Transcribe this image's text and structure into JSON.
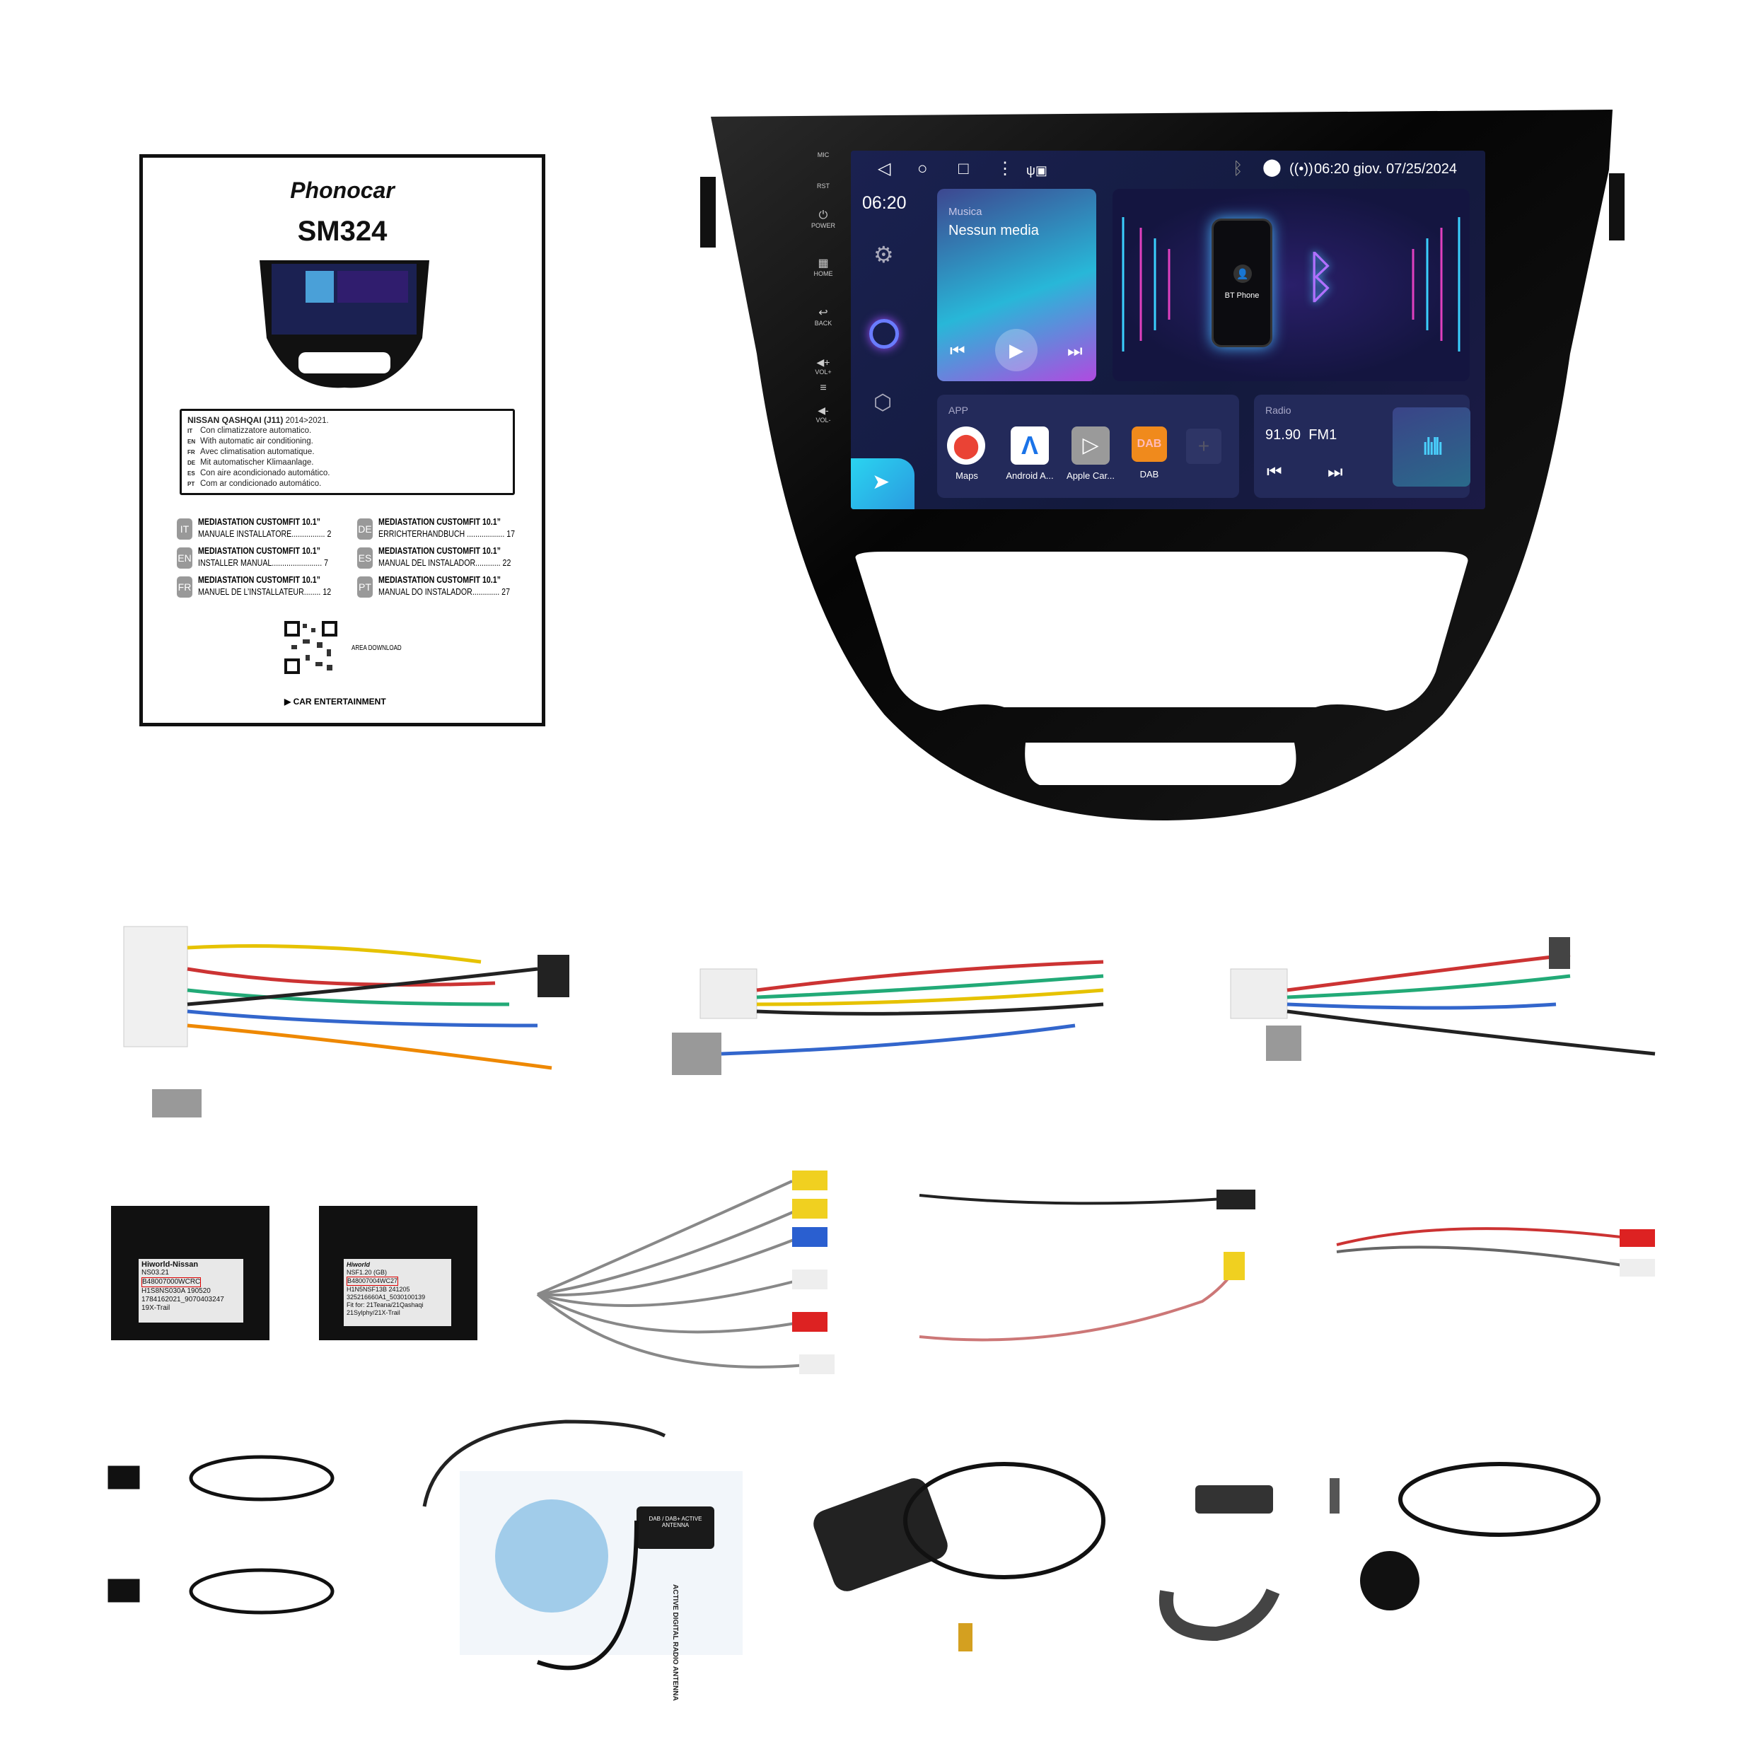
{
  "manual": {
    "brand": "Phonocar",
    "model": "SM324",
    "vehicle": "NISSAN QASHQAI (J11)",
    "years": "2014>2021.",
    "variants": [
      {
        "lang": "IT",
        "text": "Con climatizzatore automatico."
      },
      {
        "lang": "EN",
        "text": "With automatic air conditioning."
      },
      {
        "lang": "FR",
        "text": "Avec climatisation automatique."
      },
      {
        "lang": "DE",
        "text": "Mit automatischer Klimaanlage."
      },
      {
        "lang": "ES",
        "text": "Con aire acondicionado automático."
      },
      {
        "lang": "PT",
        "text": "Com ar condicionado automático."
      }
    ],
    "contents": [
      {
        "lang": "IT",
        "title": "MEDIASTATION CUSTOMFIT 10.1”",
        "subtitle": "MANUALE INSTALLATORE................ 2"
      },
      {
        "lang": "DE",
        "title": "MEDIASTATION CUSTOMFIT 10.1”",
        "subtitle": "ERRICHTERHANDBUCH .................. 17"
      },
      {
        "lang": "EN",
        "title": "MEDIASTATION CUSTOMFIT 10.1”",
        "subtitle": "INSTALLER MANUAL........................ 7"
      },
      {
        "lang": "ES",
        "title": "MEDIASTATION CUSTOMFIT 10.1”",
        "subtitle": "MANUAL DEL INSTALADOR............ 22"
      },
      {
        "lang": "FR",
        "title": "MEDIASTATION CUSTOMFIT 10.1”",
        "subtitle": "MANUEL DE L’INSTALLATEUR........ 12"
      },
      {
        "lang": "PT",
        "title": "MEDIASTATION CUSTOMFIT 10.1”",
        "subtitle": "MANUAL DO INSTALADOR............. 27"
      }
    ],
    "download_label": "AREA DOWNLOAD",
    "footer": "CAR ENTERTAINMENT"
  },
  "head_unit": {
    "side_buttons": [
      "MIC",
      "RST",
      "POWER",
      "HOME",
      "BACK",
      "VOL+",
      "VOL-"
    ],
    "status_bar": {
      "time": "06:20",
      "day": "giov.",
      "date": "07/25/2024"
    },
    "clock": "06:20",
    "music": {
      "label": "Musica",
      "status": "Nessun media"
    },
    "bt_phone_label": "BT Phone",
    "apps_label": "APP",
    "apps": [
      {
        "name": "Maps",
        "icon": "google-maps-icon",
        "color": "#ffffff"
      },
      {
        "name": "Android A...",
        "icon": "android-auto-icon",
        "color": "#ffffff"
      },
      {
        "name": "Apple Car...",
        "icon": "carplay-icon",
        "color": "#9a9a9a"
      },
      {
        "name": "DAB",
        "icon": "dab-icon",
        "color": "#f08a1c"
      }
    ],
    "radio": {
      "label": "Radio",
      "frequency": "91.90",
      "band": "FM1"
    },
    "colors": {
      "accent_cyan": "#2ad4f0",
      "accent_purple": "#b04ae0",
      "screen_bg": "#161d45"
    }
  },
  "can_modules": [
    {
      "brand": "Hiworld-Nissan",
      "lines": [
        "NS03.21",
        "B48007000WCRC",
        "H1S8NS030A   190520",
        "1784162021_9070403247",
        "19X-Trail"
      ]
    },
    {
      "brand": "Hiworld",
      "lines": [
        "NSF1.20  (GB)",
        "B48007004WC27",
        "H1N5NSF13B   241205",
        "325216660A1_5030100139",
        "Fit for: 21Teana/21Qashaqi",
        "21Sylphy/21X-Trail"
      ]
    }
  ],
  "dab_antenna": {
    "box_label": "DAB / DAB+ ACTIVE ANTENNA",
    "package_label": "ACTIVE DIGITAL RADIO ANTENNA"
  }
}
